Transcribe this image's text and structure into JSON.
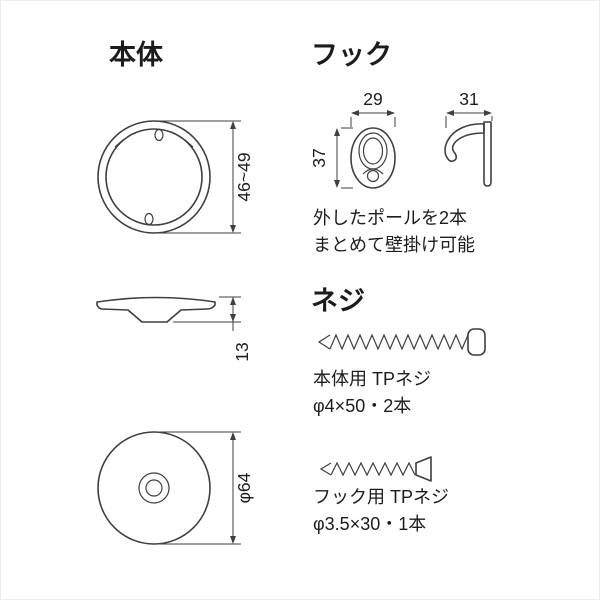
{
  "colors": {
    "line": "#3f3f3f",
    "text": "#1c1c1c",
    "background": "#ffffff"
  },
  "body": {
    "title": "本体",
    "top_view_dim": "46~49",
    "side_view_dim": "13",
    "front_view_dim": "φ64"
  },
  "hook": {
    "title": "フック",
    "front_width_dim": "29",
    "front_height_dim": "37",
    "side_width_dim": "31",
    "note_line1": "外したポールを2本",
    "note_line2": "まとめて壁掛け可能"
  },
  "screws": {
    "title": "ネジ",
    "body_screw": {
      "label": "本体用 TPネジ",
      "spec": "φ4×50・2本"
    },
    "hook_screw": {
      "label": "フック用 TPネジ",
      "spec": "φ3.5×30・1本"
    }
  }
}
